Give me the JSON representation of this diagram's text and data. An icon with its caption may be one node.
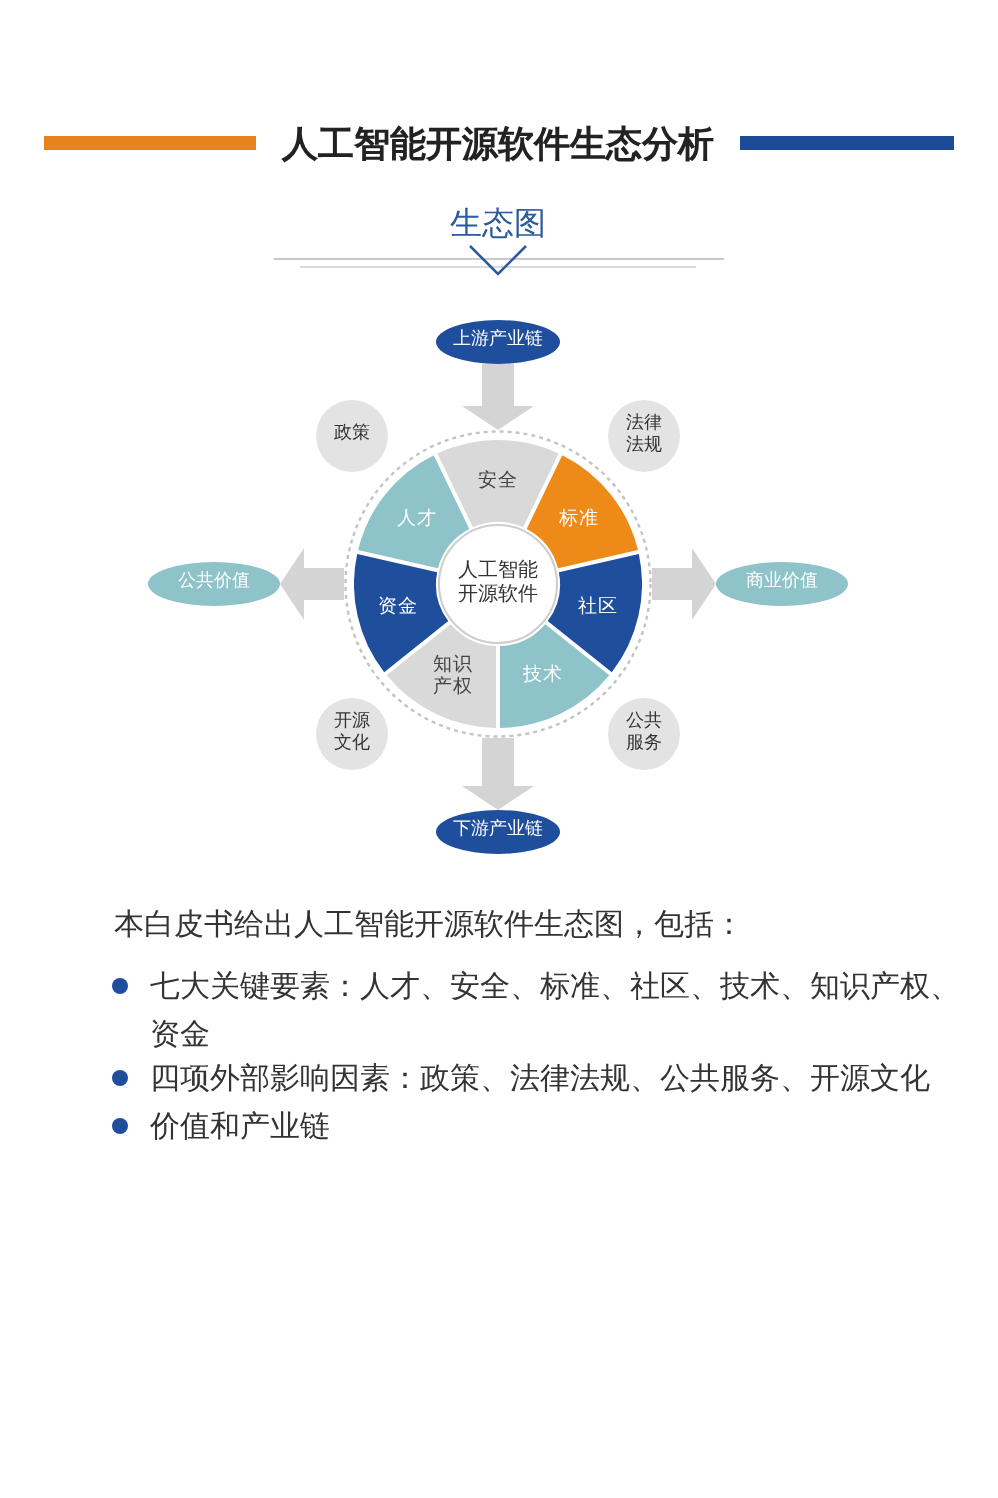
{
  "diagram": {
    "title": "人工智能开源软件生态分析",
    "nodes": [
      {
        "text": [
          "上游产业链"
        ]
      },
      {
        "text": [
          "政策"
        ]
      },
      {
        "text": [
          "法律法规"
        ]
      },
      {
        "text": [],
        "shape": "circle"
      },
      {
        "text": [
          "安全"
        ],
        "in": 3
      },
      {
        "text": [
          "人才"
        ],
        "in": 3
      },
      {
        "text": [
          "标准"
        ],
        "in": 3
      },
      {
        "text": [
          "公共价值"
        ]
      },
      {
        "text": [
          "人工智能开源软件"
        ],
        "in": 3
      },
      {
        "text": [
          "资金"
        ],
        "in": 3
      },
      {
        "text": [
          "社区"
        ],
        "in": 3
      },
      {
        "text": [
          "商业价值"
        ]
      },
      {
        "text": [
          "知识产权"
        ],
        "in": 3
      },
      {
        "text": [
          "技术"
        ],
        "in": 3
      },
      {
        "text": [
          "开源文化"
        ]
      },
      {
        "text": [
          "公共服务"
        ]
      },
      {
        "text": [
          "下游产业链"
        ]
      }
    ],
    "edges": [
      {
        "from": 0,
        "to": 3,
        "arrow": "to"
      },
      {
        "from": 3,
        "to": 7,
        "arrow": "to"
      },
      {
        "from": 3,
        "to": 11,
        "arrow": "to"
      },
      {
        "from": 3,
        "to": 16,
        "arrow": "to"
      }
    ],
    "labels": [
      "生态图",
      "本白皮书给出人工智能开源软件生态图，包括：",
      "七大关键要素：人才、安全、标准、社区、技术、知识产权、资金",
      "四项外部影响因素：政策、法律法规、公共服务、开源文化",
      "价值和产业链"
    ]
  }
}
